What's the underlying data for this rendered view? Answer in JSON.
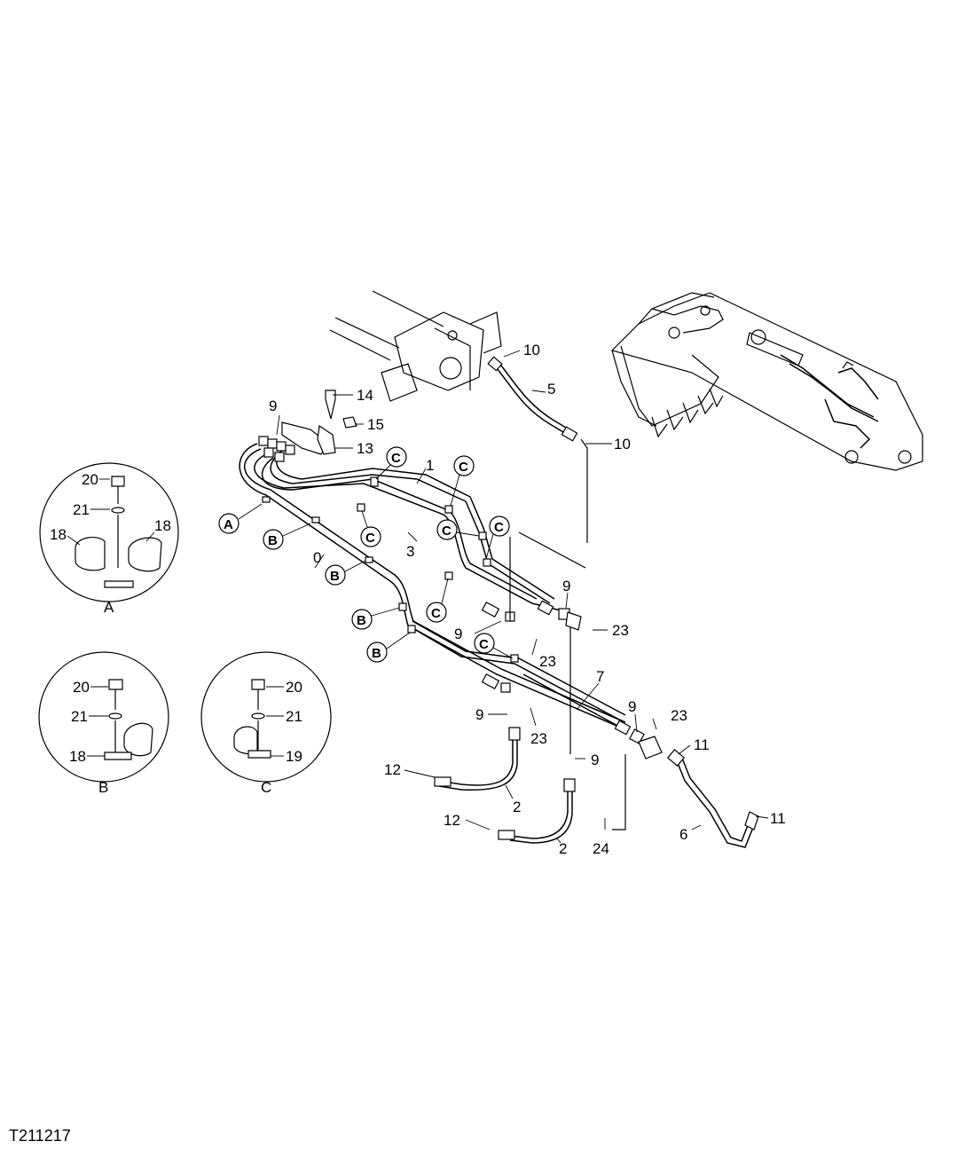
{
  "figure_id": "T211217",
  "callouts": [
    "1",
    "2",
    "2",
    "3",
    "5",
    "6",
    "7",
    "9",
    "9",
    "9",
    "9",
    "9",
    "9",
    "10",
    "10",
    "11",
    "11",
    "12",
    "12",
    "13",
    "14",
    "15",
    "23",
    "23",
    "23",
    "23",
    "24",
    "0"
  ],
  "labels": {
    "l10a": "10",
    "l5": "5",
    "l10b": "10",
    "l14": "14",
    "l15": "15",
    "l13": "13",
    "l9a": "9",
    "l1": "1",
    "l3": "3",
    "l0": "0",
    "l9b": "9",
    "l9c": "9",
    "l23a": "23",
    "l23b": "23",
    "l7": "7",
    "l9d": "9",
    "l23c": "23",
    "l9e": "9",
    "l23d": "23",
    "l11a": "11",
    "l9f": "9",
    "l12a": "12",
    "l2a": "2",
    "l12b": "12",
    "l2b": "2",
    "l24": "24",
    "l6": "6",
    "l11b": "11"
  },
  "clamp_markers": {
    "A": "A",
    "B": "B",
    "C": "C"
  },
  "detail_views": {
    "A": {
      "caption": "A",
      "parts": {
        "p20": "20",
        "p21": "21",
        "p18l": "18",
        "p18r": "18"
      }
    },
    "B": {
      "caption": "B",
      "parts": {
        "p20": "20",
        "p21": "21",
        "p18": "18"
      }
    },
    "C": {
      "caption": "C",
      "parts": {
        "p20": "20",
        "p21": "21",
        "p19": "19"
      }
    }
  }
}
